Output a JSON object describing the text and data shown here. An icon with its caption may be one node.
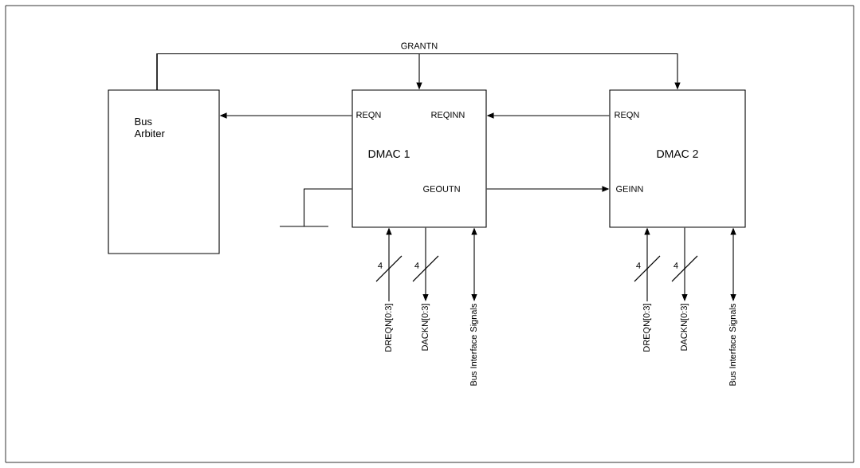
{
  "diagram": {
    "nodes": [
      {
        "text": [
          "Bus Arbiter"
        ]
      },
      {
        "text": [
          "DMAC 1",
          "REQN",
          "REQINN",
          "GEOUTN"
        ]
      },
      {
        "text": [
          "DMAC 2",
          "REQN",
          "GEINN"
        ]
      },
      {
        "text": [],
        "shape": "bar"
      },
      {
        "text": [
          "DREQN[0:3]"
        ]
      },
      {
        "text": [
          "DACKN[0:3]"
        ]
      },
      {
        "text": [
          "Bus Interface Signals"
        ]
      },
      {
        "text": [
          "DREQN[0:3]"
        ]
      },
      {
        "text": [
          "DACKN[0:3]"
        ]
      },
      {
        "text": [
          "Bus Interface Signals"
        ]
      }
    ],
    "edges": [
      {
        "from": 0,
        "to": 1,
        "arrow": "to",
        "label": "GRANTN"
      },
      {
        "from": 0,
        "to": 2,
        "arrow": "to"
      },
      {
        "from": 1,
        "to": 0,
        "arrow": "to"
      },
      {
        "from": 2,
        "to": 1,
        "arrow": "to"
      },
      {
        "from": 1,
        "to": 2,
        "arrow": "to"
      },
      {
        "from": 1,
        "to": 3,
        "arrow": "none"
      },
      {
        "from": 4,
        "to": 1,
        "arrow": "to",
        "label": "4"
      },
      {
        "from": 1,
        "to": 5,
        "arrow": "to",
        "label": "4"
      },
      {
        "from": 6,
        "to": 1,
        "arrow": "both"
      },
      {
        "from": 7,
        "to": 2,
        "arrow": "to",
        "label": "4"
      },
      {
        "from": 2,
        "to": 8,
        "arrow": "to",
        "label": "4"
      },
      {
        "from": 9,
        "to": 2,
        "arrow": "both"
      }
    ]
  }
}
